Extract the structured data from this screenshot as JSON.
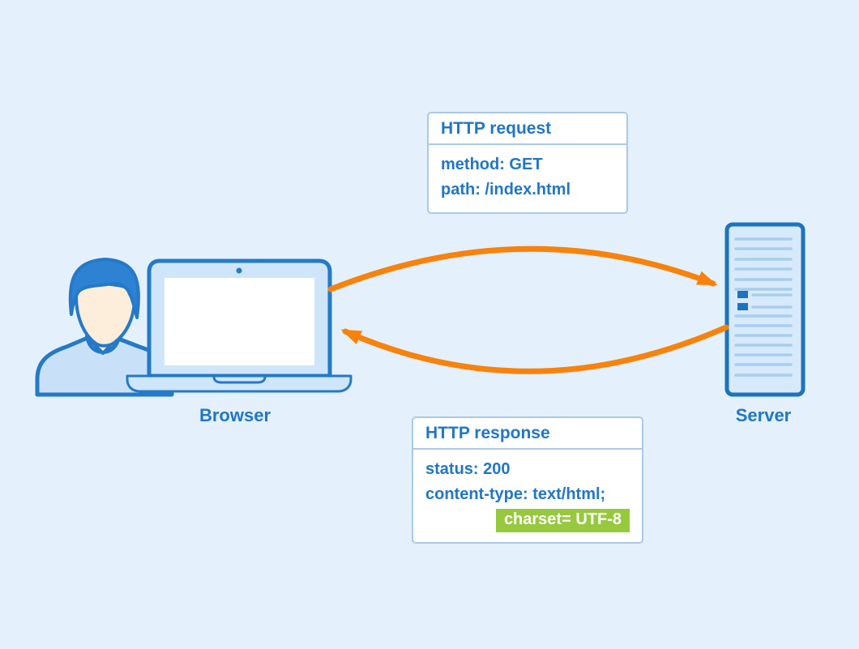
{
  "labels": {
    "browser": "Browser",
    "server": "Server"
  },
  "http_request": {
    "title": "HTTP request",
    "method_line": "method: GET",
    "path_line": "path: /index.html"
  },
  "http_response": {
    "title": "HTTP response",
    "status_line": "status: 200",
    "content_type_line": "content-type: text/html;",
    "charset_badge": "charset= UTF-8"
  },
  "icons": {
    "user": "user-icon",
    "laptop": "laptop-icon",
    "server": "server-rack-icon",
    "request_arrow": "request-arrow-icon",
    "response_arrow": "response-arrow-icon"
  },
  "colors": {
    "background": "#e4f1fc",
    "accent_blue": "#2176c7",
    "stroke_blue": "#2579c8",
    "hair_blue": "#2e82d4",
    "light_blue_fill": "#cfe6fa",
    "shirt_blue": "#c9e1f8",
    "skin": "#fdeedc",
    "box_border": "#abc9e6",
    "vent_blue": "#a9cdee",
    "arrow_orange": "#f8820b",
    "badge_green": "#96c93d"
  }
}
